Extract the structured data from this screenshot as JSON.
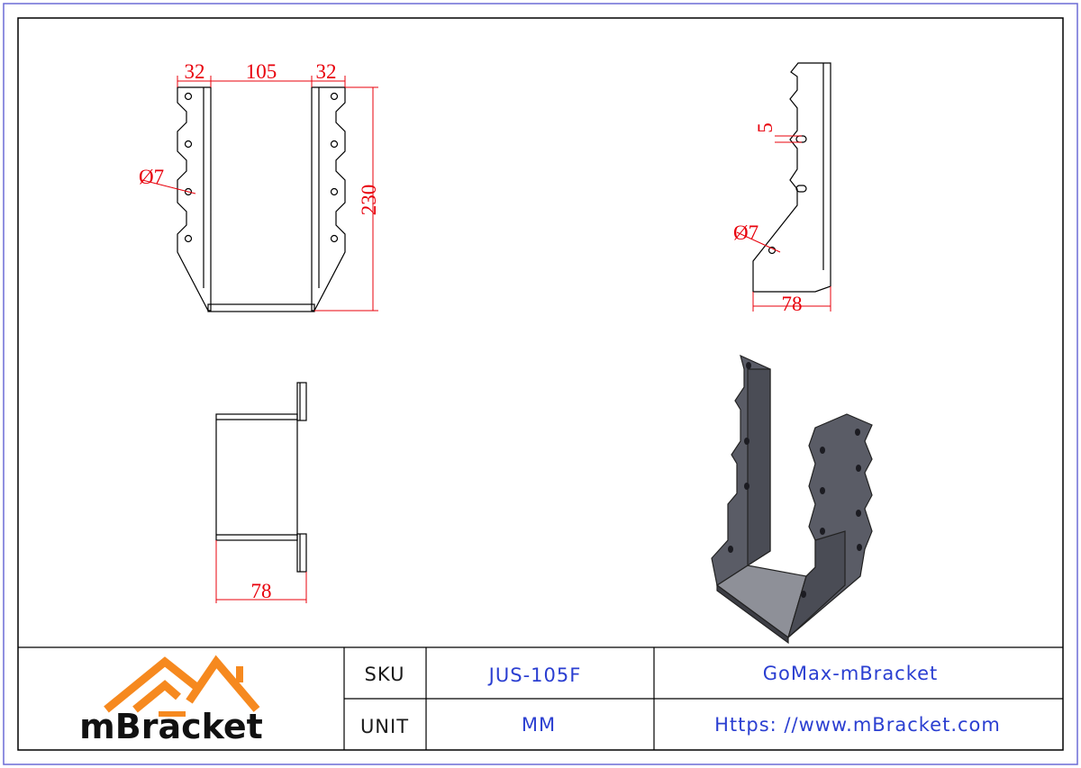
{
  "drawing": {
    "front_view": {
      "width_left": "32",
      "width_center": "105",
      "width_right": "32",
      "height": "230",
      "hole_diameter": "Ø7"
    },
    "side_view": {
      "slot": "5",
      "hole_diameter": "Ø7",
      "depth": "78"
    },
    "top_view": {
      "depth": "78"
    }
  },
  "title_block": {
    "logo_text": "mBracket",
    "sku_label": "SKU",
    "sku_value": "JUS-105F",
    "unit_label": "UNIT",
    "unit_value": "MM",
    "company": "GoMax-mBracket",
    "website": "Https: //www.mBracket.com"
  },
  "colors": {
    "border": "#6b6bd6",
    "dimension": "#e8000b",
    "blue_text": "#2b3fd1",
    "logo_orange": "#f6891f",
    "part_face": "#565864"
  }
}
